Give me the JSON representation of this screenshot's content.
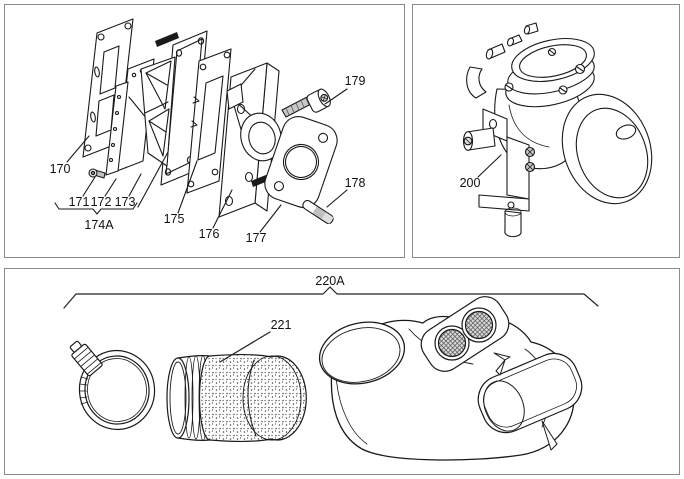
{
  "colors": {
    "background": "#ffffff",
    "panel_border": "#8a8a8a",
    "line": "#1a1a1a",
    "label_text": "#111111",
    "screw_gray": "#c4c4c4",
    "mesh_gray": "#d9d9d9",
    "sticker_black": "#1a1a1a"
  },
  "panels": {
    "reed_valve_group": {
      "callouts": {
        "c170": "170",
        "c171": "171",
        "c172": "172",
        "c173": "173",
        "c174a": "174A",
        "c175": "175",
        "c176": "176",
        "c177": "177",
        "c178": "178",
        "c179": "179"
      }
    },
    "carburetor": {
      "callouts": {
        "c200": "200"
      }
    },
    "air_filter_group": {
      "callouts": {
        "c220a": "220A",
        "c221": "221"
      }
    }
  }
}
